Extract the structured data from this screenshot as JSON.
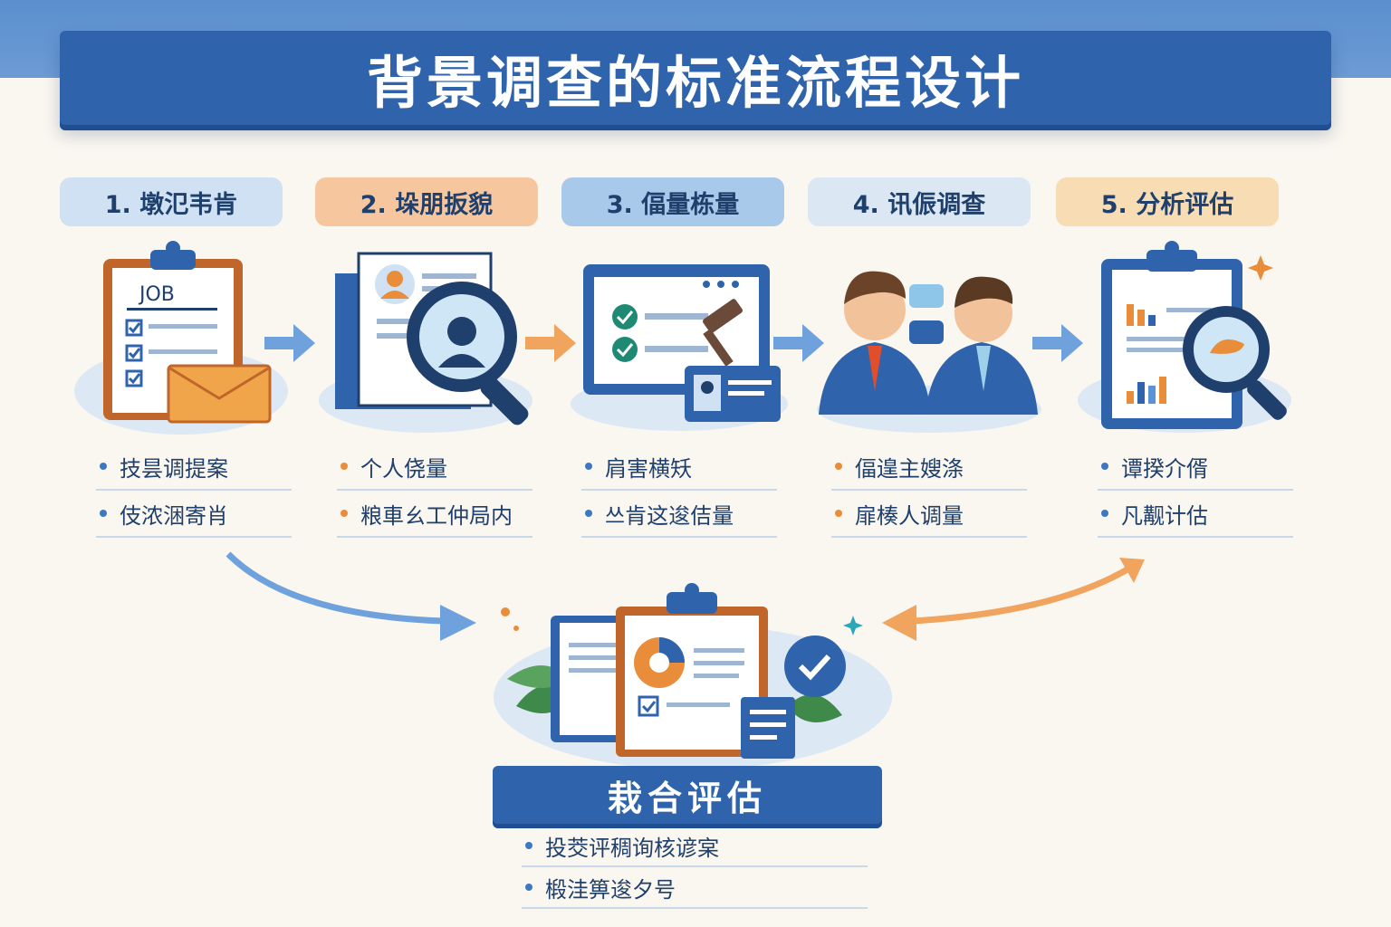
{
  "title": "背景调查的标准流程设计",
  "steps": [
    {
      "label": "1. 墩氾韦肯",
      "illus_text": "JOB",
      "bullets": [
        "技昙调提案",
        "伎浓涃寄肖"
      ]
    },
    {
      "label": "2. 垛朋扳貌",
      "bullets": [
        "个人侥量",
        "粮車ㄠ工仲局内"
      ]
    },
    {
      "label": "3. 偪量栋量",
      "bullets": [
        "肩害横矨",
        "쓰肯这逡佶量"
      ]
    },
    {
      "label": "4. 讯侲调查",
      "bullets": [
        "偪遑主嫂涤",
        "扉楱人调量"
      ]
    },
    {
      "label": "5. 分析评估",
      "bullets": [
        "谭揆介偦",
        "凡觏计估"
      ]
    }
  ],
  "summary": {
    "label": "栽合评估",
    "bullets": [
      "投茭评稠询核谚宲",
      "椴洼箅逡夕号"
    ]
  },
  "colors": {
    "primary": "#2f64ad",
    "accent_orange": "#e98d3a",
    "accent_blue": "#5b93d6",
    "background": "#faf6f0"
  }
}
